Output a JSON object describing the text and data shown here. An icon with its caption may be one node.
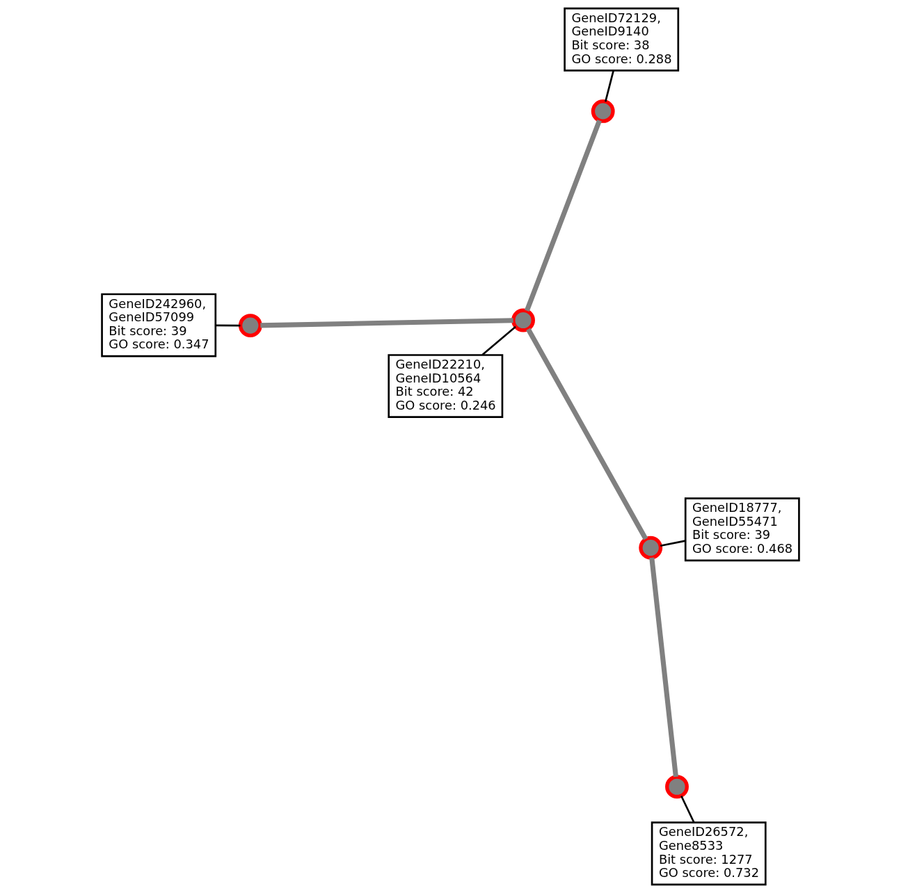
{
  "diagram": {
    "nodes": [
      {
        "text": [
          "GeneID242960, GeneID57099",
          "Bit score: 39",
          "GO score: 0.347"
        ]
      },
      {
        "text": [
          "GeneID18777, GeneID55471",
          "Bit score: 39",
          "GO score: 0.468"
        ]
      },
      {
        "text": [],
        "shape": "circle"
      },
      {
        "text": [
          "GeneID72129, GeneID9140",
          "Bit score: 38",
          "GO score: 0.288"
        ]
      },
      {
        "text": [],
        "shape": "circle"
      },
      {
        "text": [],
        "shape": "circle"
      },
      {
        "text": [],
        "shape": "circle"
      },
      {
        "text": [
          "GeneID26572, Gene8533",
          "Bit score: 1277",
          "GO score: 0.732"
        ]
      },
      {
        "text": [
          "GeneID22210, GeneID10564",
          "Bit score: 42",
          "GO score: 0.246"
        ]
      },
      {
        "text": [],
        "shape": "circle"
      }
    ],
    "edges": [
      {
        "from": 0,
        "to": 4,
        "arrow": "none"
      },
      {
        "from": 1,
        "to": 2,
        "arrow": "none"
      },
      {
        "from": 3,
        "to": 5,
        "arrow": "none"
      },
      {
        "from": 7,
        "to": 6,
        "arrow": "none"
      },
      {
        "from": 8,
        "to": 9,
        "arrow": "none"
      },
      {
        "from": 9,
        "to": 5,
        "arrow": "none",
        "style": "thick",
        "color": "#808080"
      },
      {
        "from": 9,
        "to": 4,
        "arrow": "none",
        "style": "thick",
        "color": "#808080"
      },
      {
        "from": 9,
        "to": 2,
        "arrow": "none",
        "style": "thick",
        "color": "#808080"
      },
      {
        "from": 2,
        "to": 6,
        "arrow": "none",
        "style": "thick",
        "color": "#808080"
      }
    ]
  }
}
